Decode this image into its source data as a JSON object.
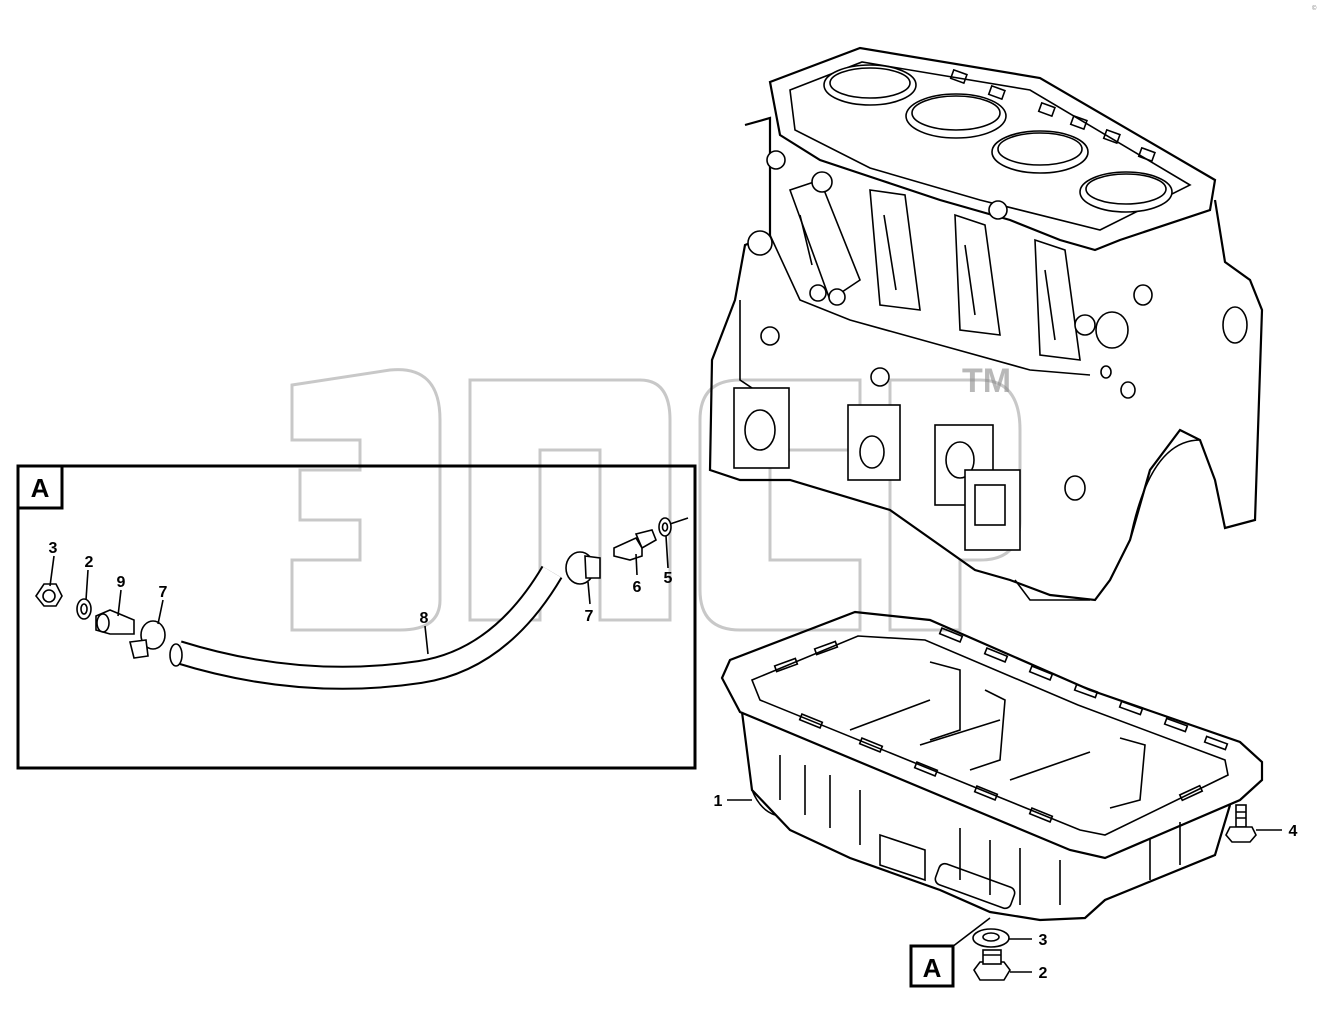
{
  "detail_box": {
    "label": "A"
  },
  "callout_box": {
    "label": "A"
  },
  "watermark": {
    "trademark": "TM"
  },
  "corner_mark": "© ",
  "labels": {
    "d3": "3",
    "d2": "2",
    "d9": "9",
    "d7a": "7",
    "d8": "8",
    "d7b": "7",
    "d6": "6",
    "d5": "5",
    "p1": "1",
    "p4": "4",
    "p3": "3",
    "p2": "2"
  }
}
